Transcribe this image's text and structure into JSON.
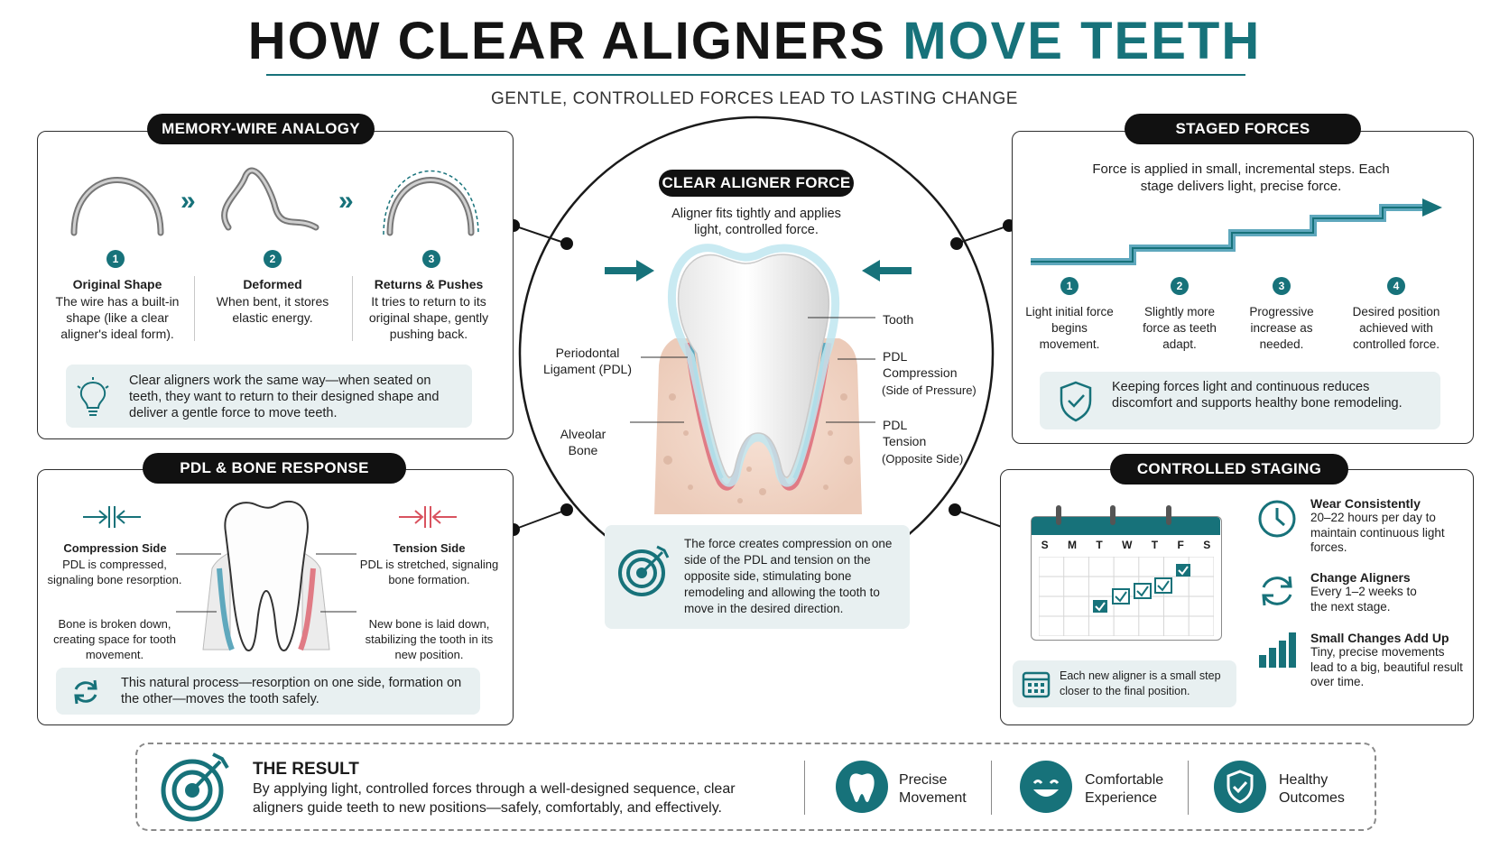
{
  "header": {
    "title_main": "HOW CLEAR ALIGNERS",
    "title_accent": "MOVE TEETH",
    "subtitle": "GENTLE, CONTROLLED FORCES LEAD TO LASTING CHANGE"
  },
  "memory_wire": {
    "heading": "MEMORY-WIRE ANALOGY",
    "steps": [
      {
        "num": "1",
        "title": "Original Shape",
        "desc": "The wire has a built-in shape (like a clear aligner's ideal form)."
      },
      {
        "num": "2",
        "title": "Deformed",
        "desc": "When bent, it stores elastic energy."
      },
      {
        "num": "3",
        "title": "Returns & Pushes",
        "desc": "It tries to return to its original shape, gently pushing back."
      }
    ],
    "note": "Clear aligners work the same way—when seated on teeth, they want to return to their designed shape and deliver a gentle force to move teeth."
  },
  "pdl_response": {
    "heading": "PDL & BONE RESPONSE",
    "compression_title": "Compression Side",
    "compression_desc": "PDL is compressed, signaling bone resorption.",
    "compression_bone": "Bone is broken down, creating space for tooth movement.",
    "tension_title": "Tension Side",
    "tension_desc": "PDL is stretched, signaling bone formation.",
    "tension_bone": "New bone is laid down, stabilizing the tooth in its new position.",
    "note": "This natural process—resorption on one side, formation on the other—moves the tooth safely."
  },
  "center": {
    "heading": "CLEAR ALIGNER FORCE",
    "intro": "Aligner fits tightly and applies light, controlled force.",
    "labels": {
      "tooth": "Tooth",
      "pdl": "Periodontal Ligament (PDL)",
      "bone": "Alveolar Bone",
      "compression": "PDL Compression",
      "compression_sub": "(Side of Pressure)",
      "tension": "PDL Tension",
      "tension_sub": "(Opposite Side)"
    },
    "note": "The force creates compression on one side of the PDL and tension on the opposite side, stimulating bone remodeling and allowing the tooth to move in the desired direction."
  },
  "staged_forces": {
    "heading": "STAGED FORCES",
    "intro": "Force is applied in small, incremental steps. Each stage delivers light, precise force.",
    "steps": [
      {
        "num": "1",
        "desc": "Light initial force begins movement."
      },
      {
        "num": "2",
        "desc": "Slightly more force as teeth adapt."
      },
      {
        "num": "3",
        "desc": "Progressive increase as needed."
      },
      {
        "num": "4",
        "desc": "Desired position achieved with controlled force."
      }
    ],
    "note": "Keeping forces light and continuous reduces discomfort and supports healthy bone remodeling."
  },
  "controlled_staging": {
    "heading": "CONTROLLED STAGING",
    "weekdays": [
      "S",
      "M",
      "T",
      "W",
      "T",
      "F",
      "S"
    ],
    "calendar_note": "Each new aligner is a small step closer to the final position.",
    "items": [
      {
        "title": "Wear Consistently",
        "desc": "20–22 hours per day to maintain continuous light forces.",
        "icon": "clock-icon"
      },
      {
        "title": "Change Aligners",
        "desc": "Every 1–2 weeks to the next stage.",
        "icon": "refresh-icon"
      },
      {
        "title": "Small Changes Add Up",
        "desc": "Tiny, precise movements lead to a big, beautiful result over time.",
        "icon": "bar-chart-icon"
      }
    ]
  },
  "result": {
    "heading": "THE RESULT",
    "desc": "By applying light, controlled forces through a well-designed sequence, clear aligners guide teeth to new positions—safely, comfortably, and effectively.",
    "benefits": [
      {
        "label_line1": "Precise",
        "label_line2": "Movement",
        "icon": "tooth-icon"
      },
      {
        "label_line1": "Comfortable",
        "label_line2": "Experience",
        "icon": "smile-icon"
      },
      {
        "label_line1": "Healthy",
        "label_line2": "Outcomes",
        "icon": "shield-check-icon"
      }
    ]
  },
  "colors": {
    "accent": "#17727a",
    "dark": "#111111",
    "note_bg": "#e8f0f1",
    "gum": "#e07b85",
    "pdl_blue": "#5fa8bd"
  }
}
